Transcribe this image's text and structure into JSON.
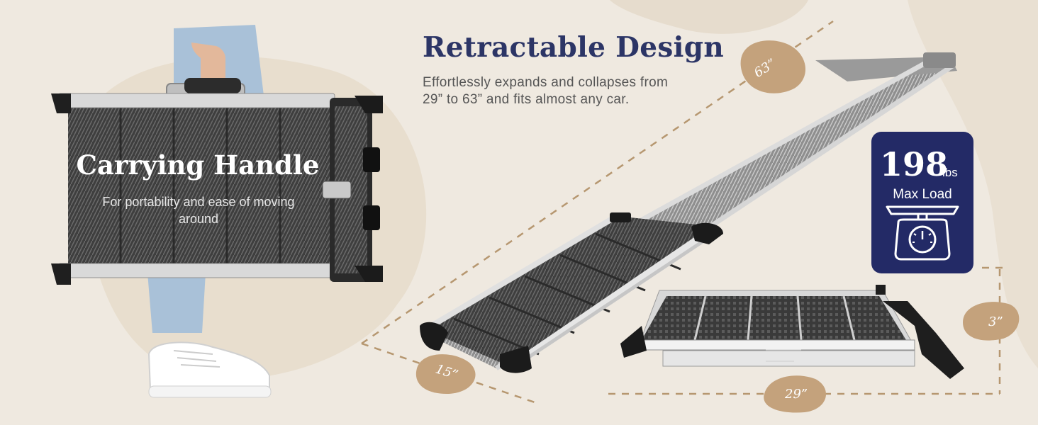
{
  "headline": "Retractable Design",
  "subtext": "Effortlessly expands and collapses from 29” to 63” and fits almost any car.",
  "carrying": {
    "title": "Carrying Handle",
    "subtitle": "For portability and ease of moving around"
  },
  "load_badge": {
    "value": "198",
    "unit": "lbs",
    "label": "Max Load",
    "icon": "scale-icon"
  },
  "dimensions": {
    "length_extended": "63”",
    "width": "15”",
    "length_collapsed": "29”",
    "height": "3”"
  },
  "colors": {
    "background": "#efe9e0",
    "accent_blob": "#c4a27c",
    "badge": "#232a66",
    "headline": "#2c3566"
  }
}
